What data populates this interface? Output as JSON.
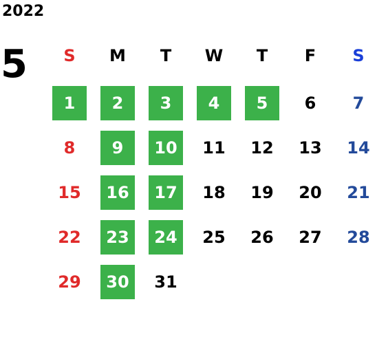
{
  "calendar": {
    "year": "2022",
    "month": "5",
    "weekdays": [
      "S",
      "M",
      "T",
      "W",
      "T",
      "F",
      "S"
    ],
    "first_weekday_index": 0,
    "days_in_month": 31,
    "highlighted_days": [
      1,
      2,
      3,
      4,
      5,
      9,
      10,
      16,
      17,
      23,
      24,
      30
    ],
    "colors": {
      "highlight_bg": "#3cb14a",
      "highlight_text": "#ffffff",
      "sunday": "#e02a2a",
      "saturday_header": "#1a3fd8",
      "saturday": "#234a9a",
      "weekday": "#000000"
    }
  }
}
